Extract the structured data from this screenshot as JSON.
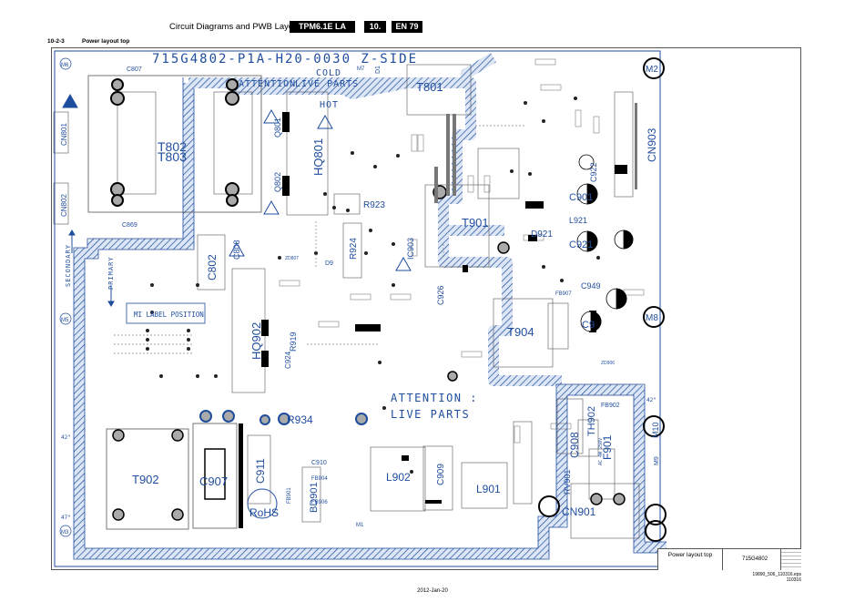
{
  "header": {
    "title": "Circuit Diagrams and PWB Layouts",
    "model": "TPM6.1E LA",
    "chapter": "10.",
    "page": "EN 79"
  },
  "section": {
    "number": "10-2-3",
    "title": "Power layout top"
  },
  "board": {
    "part_number": "715G4802-P1A-H20-0030 Z-SIDE",
    "cold": "COLD",
    "attention_top": "ATTENTION",
    "live_parts_top": "LIVE PARTS",
    "hot": "HOT",
    "secondary": "SECONDARY",
    "primary": "PRIMARY",
    "mi_label": "MI LABEL POSITION",
    "attention_mid": "ATTENTION :",
    "live_parts_mid": "LIVE PARTS",
    "rohs": "RoHS",
    "angles": [
      "42°",
      "42°",
      "47°"
    ],
    "rating_label": "AC 4W 250V"
  },
  "components": {
    "transformers": [
      "T802",
      "T803",
      "T801",
      "T901",
      "T904",
      "T902"
    ],
    "large": [
      "HQ801",
      "HQ902",
      "C802",
      "C907",
      "C911",
      "C908",
      "C909",
      "F901",
      "CN901",
      "CN903",
      "CN801",
      "CN802",
      "L902",
      "L901",
      "TH902",
      "BD901",
      "R934",
      "R923",
      "R924",
      "R919"
    ],
    "small": [
      "C807",
      "C869",
      "Q801",
      "Q802",
      "C808",
      "D921",
      "L921",
      "C926",
      "C924",
      "C949",
      "C910",
      "FB904",
      "FB906",
      "FB902",
      "FB907",
      "FB901",
      "RV901",
      "C901",
      "C921",
      "C922",
      "C9",
      "IC903",
      "D9",
      "ZD807",
      "ZD906"
    ],
    "mounting": [
      "M6",
      "M7",
      "M2",
      "M5",
      "M8",
      "M10",
      "M3",
      "M1",
      "M9",
      "D1"
    ]
  },
  "title_block": {
    "name": "Power layout top",
    "code": "715G4802"
  },
  "ref": {
    "file": "19890_506_110316.eps",
    "date_code": "110316"
  },
  "footer": {
    "date": "2012-Jan-20"
  },
  "colors": {
    "trace": "#1f4d9e",
    "hatch": "#9db4de",
    "pad": "#aaaaaa"
  }
}
